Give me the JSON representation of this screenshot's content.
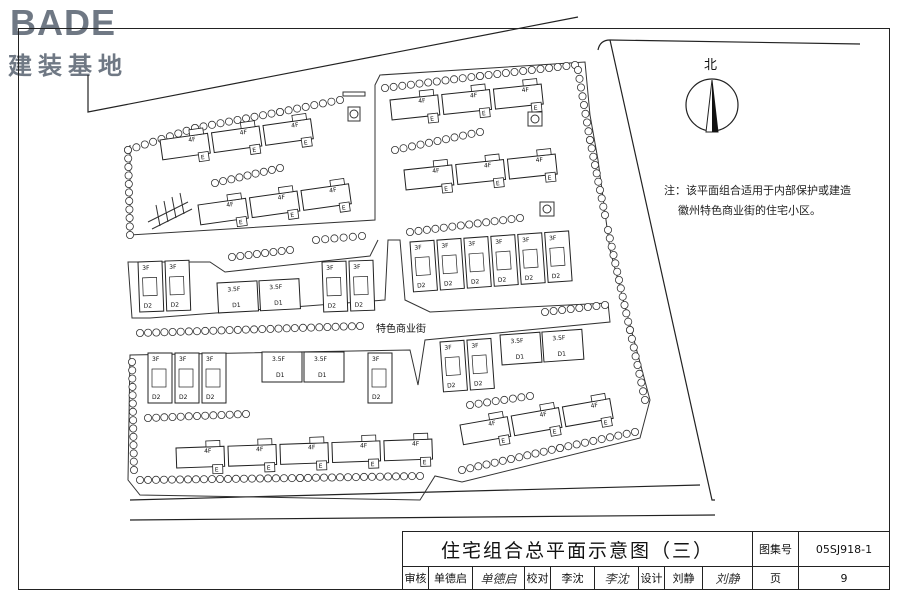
{
  "logo": {
    "brand": "BADE",
    "subtitle": "建装基地"
  },
  "compass": {
    "label": "北"
  },
  "note": {
    "line1": "注：该平面组合适用于内部保护或建造",
    "line2": "徽州特色商业街的住宅小区。"
  },
  "plan_labels": {
    "street": "特色商业街",
    "floor_4": "4F",
    "floor_3": "3F",
    "floor_35": "3.5F",
    "type_e": "E",
    "type_d1": "D1",
    "type_d2": "D2"
  },
  "title_block": {
    "title": "住宅组合总平面示意图（三）",
    "atlas_label": "图集号",
    "atlas_no": "05SJ918-1",
    "review_label": "审核",
    "reviewer": "单德启",
    "reviewer_sig": "单德启",
    "check_label": "校对",
    "checker": "李沈",
    "checker_sig": "李沈",
    "design_label": "设计",
    "designer": "刘静",
    "designer_sig": "刘静",
    "page_label": "页",
    "page_no": "9"
  }
}
